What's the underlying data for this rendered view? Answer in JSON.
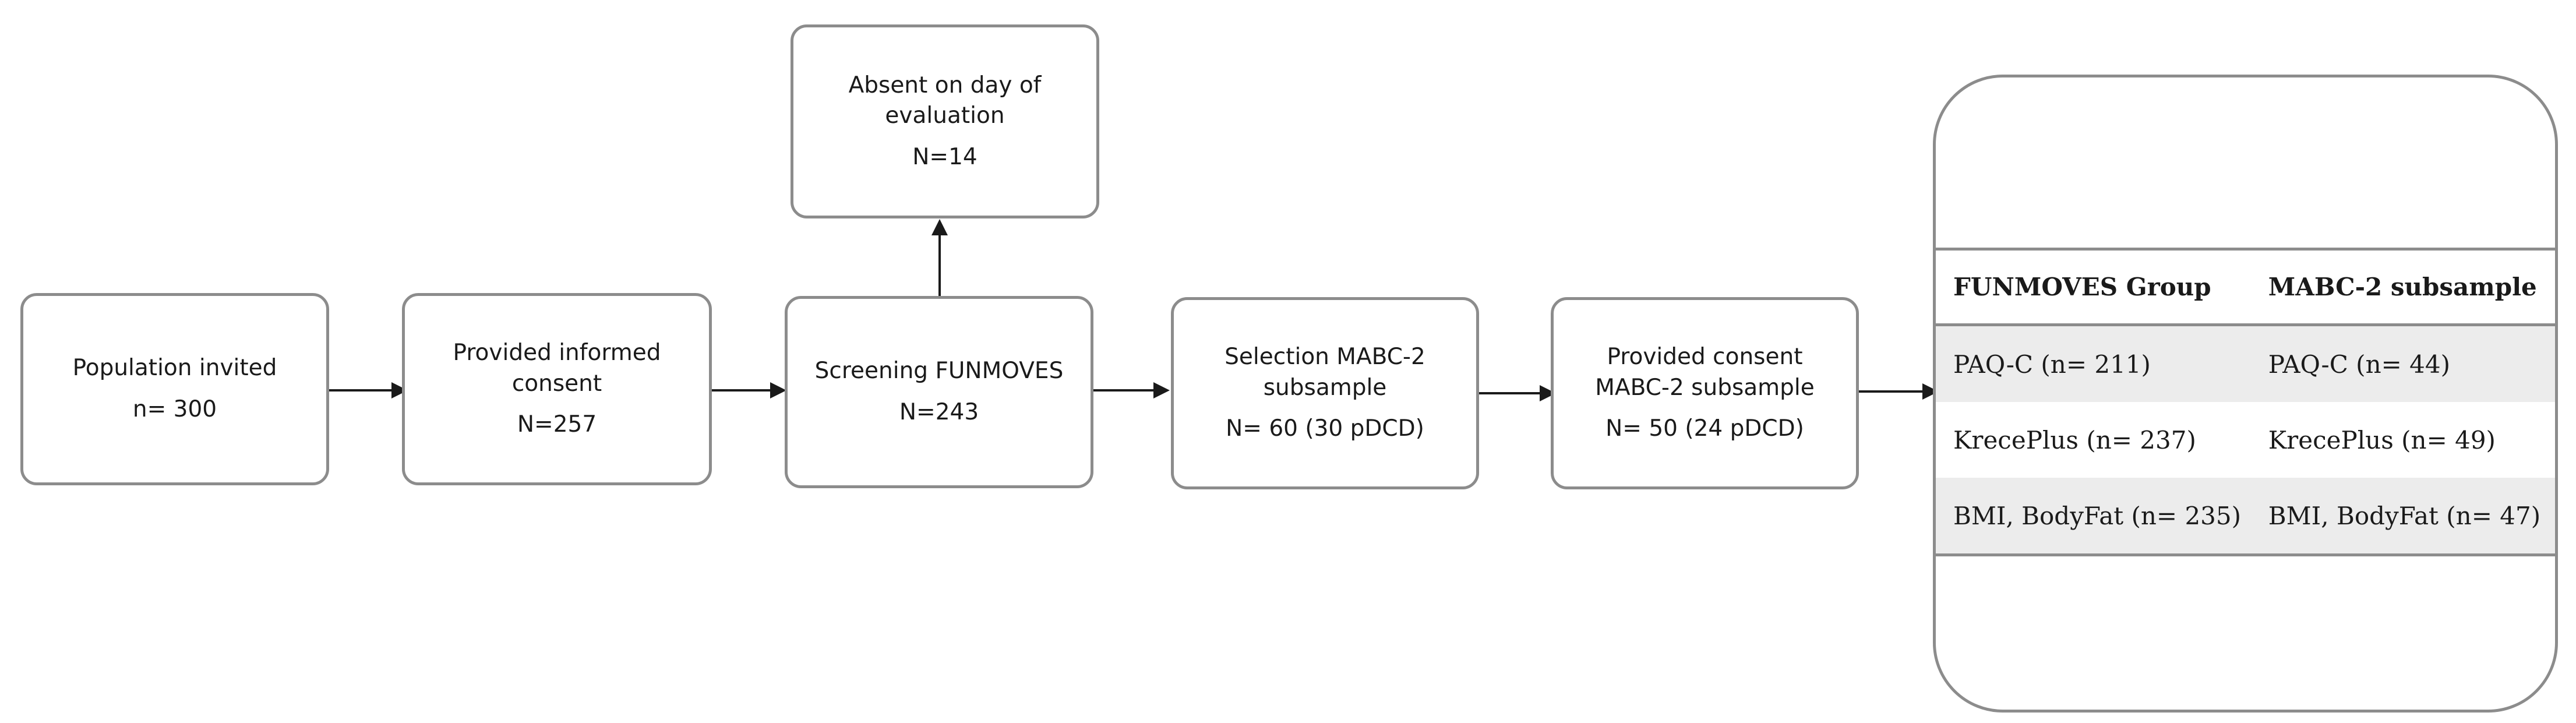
{
  "boxes": {
    "population": {
      "label": "Population invited",
      "count": "n= 300"
    },
    "consent": {
      "label_line1": "Provided informed",
      "label_line2": "consent",
      "count": "N=257"
    },
    "screening": {
      "label": "Screening FUNMOVES",
      "count": "N=243"
    },
    "absent": {
      "label_line1": "Absent on day of",
      "label_line2": "evaluation",
      "count": "N=14"
    },
    "selection": {
      "label_line1": "Selection MABC-2",
      "label_line2": "subsample",
      "count": "N= 60 (30 pDCD)"
    },
    "consent_mabc": {
      "label_line1": "Provided consent",
      "label_line2": "MABC-2 subsample",
      "count": "N= 50 (24 pDCD)"
    }
  },
  "table": {
    "headers": [
      "FUNMOVES Group",
      "MABC-2 subsample"
    ],
    "rows": [
      [
        "PAQ-C  (n= 211)",
        "PAQ-C  (n= 44)"
      ],
      [
        "KrecePlus (n= 237)",
        "KrecePlus (n= 49)"
      ],
      [
        "BMI, BodyFat (n= 235)",
        "BMI, BodyFat (n= 47)"
      ]
    ]
  },
  "colors": {
    "border": "#8c8c8c",
    "arrow": "#1a1a1a",
    "row_shade": "#ececec"
  }
}
